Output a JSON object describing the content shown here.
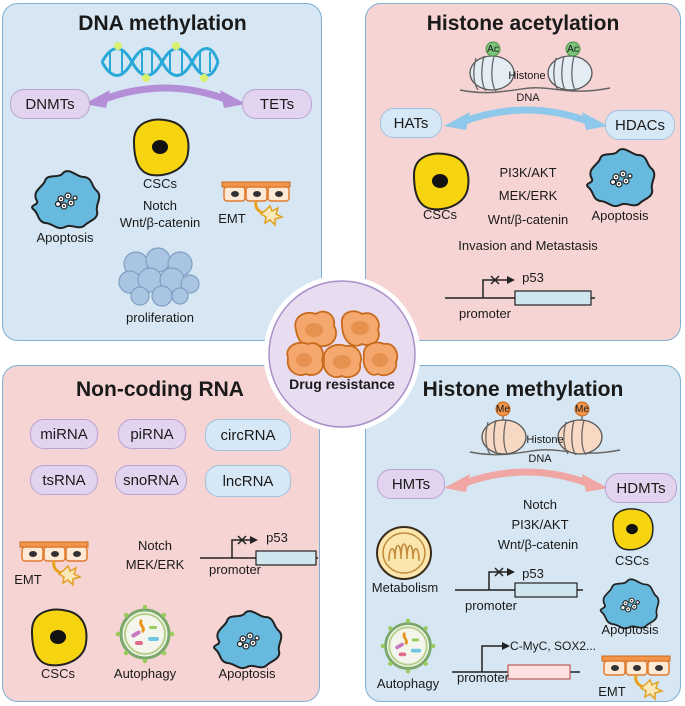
{
  "center": {
    "label": "Drug resistance"
  },
  "colors": {
    "blue_panel": "#d6e7f3",
    "pink_panel": "#f7d4d4",
    "purple_pill": "#e2d4ee",
    "blue_pill": "#d6e8f6",
    "cell_yellow": "#f6d40f",
    "tumor_blue": "#67b9de",
    "orange_cells": "#f5a86d"
  },
  "dna_methylation": {
    "title": "DNA methylation",
    "left_enzyme": "DNMTs",
    "right_enzyme": "TETs",
    "cscs": "CSCs",
    "pathway_1": "Notch",
    "pathway_2": "Wnt/β-catenin",
    "apoptosis": "Apoptosis",
    "emt": "EMT",
    "proliferation": "proliferation"
  },
  "histone_acetylation": {
    "title": "Histone acetylation",
    "mark": "Ac",
    "histone": "Histone",
    "dna": "DNA",
    "left_enzyme": "HATs",
    "right_enzyme": "HDACs",
    "cscs": "CSCs",
    "pathway_1": "PI3K/AKT",
    "pathway_2": "MEK/ERK",
    "pathway_3": "Wnt/β-catenin",
    "apoptosis": "Apoptosis",
    "invasion": "Invasion and Metastasis",
    "gene": "p53",
    "promoter": "promoter"
  },
  "noncoding_rna": {
    "title": "Non-coding RNA",
    "rnas": [
      "miRNA",
      "piRNA",
      "circRNA",
      "tsRNA",
      "snoRNA",
      "lncRNA"
    ],
    "emt": "EMT",
    "pathway_1": "Notch",
    "pathway_2": "MEK/ERK",
    "gene": "p53",
    "promoter": "promoter",
    "cscs": "CSCs",
    "autophagy": "Autophagy",
    "apoptosis": "Apoptosis"
  },
  "histone_methylation": {
    "title": "Histone methylation",
    "mark": "Me",
    "histone": "Histone",
    "dna": "DNA",
    "left_enzyme": "HMTs",
    "right_enzyme": "HDMTs",
    "pathway_1": "Notch",
    "pathway_2": "PI3K/AKT",
    "pathway_3": "Wnt/β-catenin",
    "cscs": "CSCs",
    "metabolism": "Metabolism",
    "gene_1": "p53",
    "promoter_1": "promoter",
    "apoptosis": "Apoptosis",
    "autophagy": "Autophagy",
    "gene_2": "C-MyC, SOX2...",
    "promoter_2": "promoter",
    "emt": "EMT"
  }
}
